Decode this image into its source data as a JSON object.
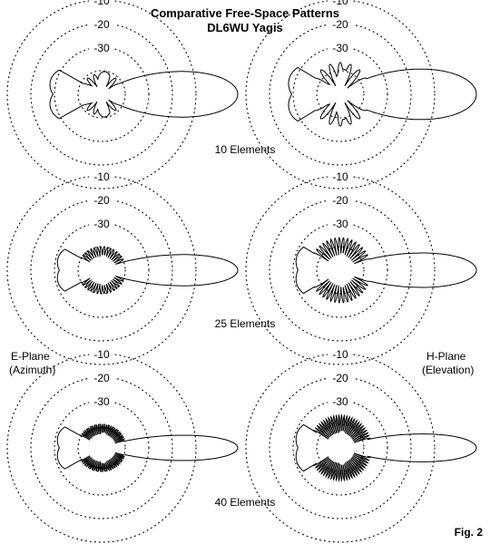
{
  "figure": {
    "title_line1": "Comparative Free-Space Patterns",
    "title_line2": "DL6WU Yagis",
    "fig_label": "Fig. 2"
  },
  "planes": {
    "e_plane": {
      "name": "E-Plane",
      "sub": "(Azimuth)"
    },
    "h_plane": {
      "name": "H-Plane",
      "sub": "(Elevation)"
    }
  },
  "ring_labels": [
    "-10",
    "-20",
    "-30"
  ],
  "rows": [
    {
      "label": "10 Elements",
      "elements": 10
    },
    {
      "label": "25 Elements",
      "elements": 25
    },
    {
      "label": "40 Elements",
      "elements": 40
    }
  ],
  "colors": {
    "line": "#000000",
    "background": "#ffffff"
  }
}
